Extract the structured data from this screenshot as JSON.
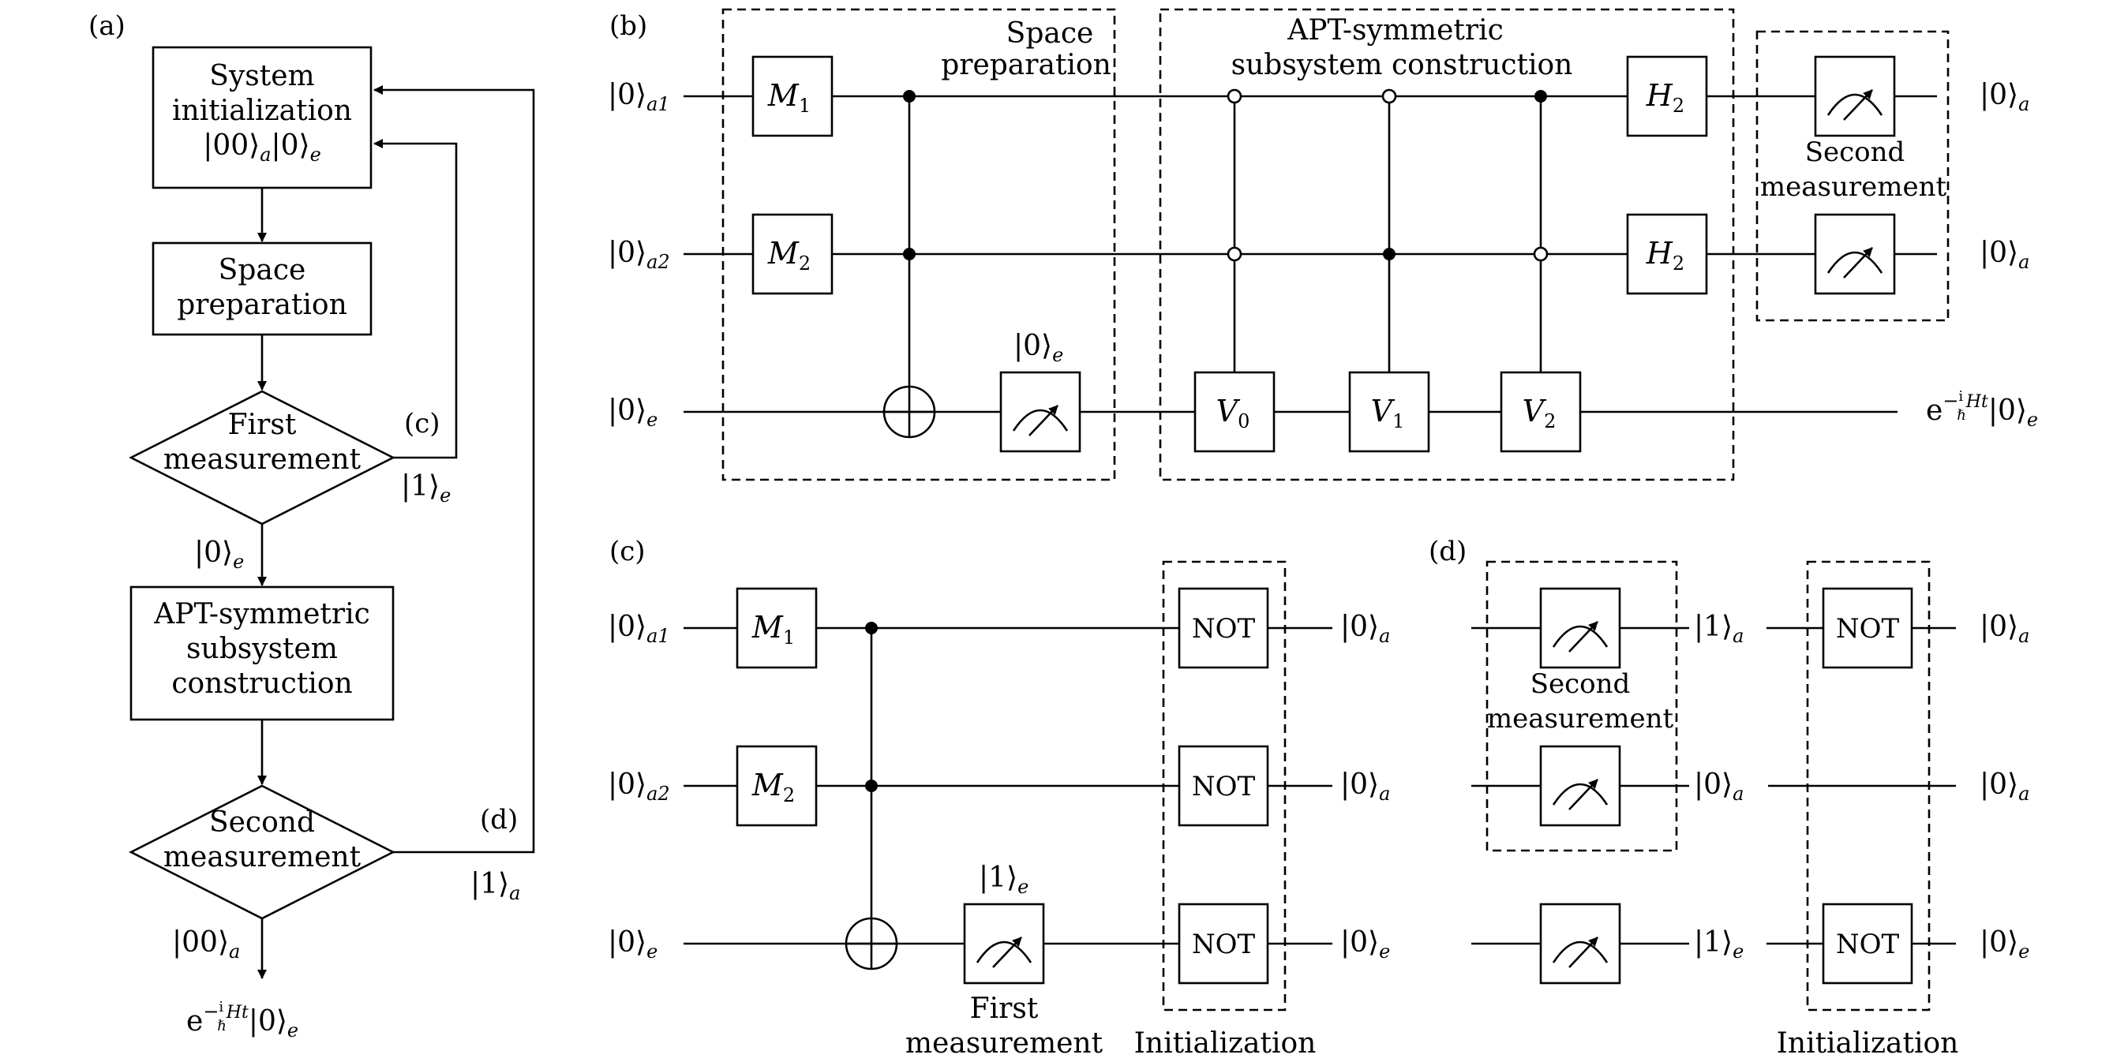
{
  "panels": {
    "a": {
      "tag": "(a)",
      "box_init": [
        "System",
        "initialization"
      ],
      "box_init_state": {
        "k1": "|00⟩",
        "s1": "a",
        "k2": "|0⟩",
        "s2": "e"
      },
      "box_space": [
        "Space",
        "preparation"
      ],
      "diamond_first": [
        "First",
        "measurement"
      ],
      "diamond_second": [
        "Second",
        "measurement"
      ],
      "box_apt": [
        "APT-symmetric",
        "subsystem",
        "construction"
      ],
      "loop_c_tag": "(c)",
      "loop_d_tag": "(d)",
      "outcome_1e": {
        "k": "|1⟩",
        "s": "e"
      },
      "outcome_0e": {
        "k": "|0⟩",
        "s": "e"
      },
      "outcome_1a": {
        "k": "|1⟩",
        "s": "a"
      },
      "outcome_00a": {
        "k": "|00⟩",
        "s": "a"
      },
      "final_state": {
        "base": "e",
        "exp_num": "i",
        "exp_den": "ℏ",
        "exp_tail": "Ht",
        "k": "|0⟩",
        "s": "e"
      }
    },
    "b": {
      "tag": "(b)",
      "region_space": [
        "Space",
        "preparation"
      ],
      "region_apt": [
        "APT-symmetric",
        "subsystem construction"
      ],
      "region_second": [
        "Second",
        "measurement"
      ],
      "input_a1": {
        "k": "|0⟩",
        "s": "a1"
      },
      "input_a2": {
        "k": "|0⟩",
        "s": "a2"
      },
      "input_e": {
        "k": "|0⟩",
        "s": "e"
      },
      "gate_m1": {
        "g": "M",
        "s": "1"
      },
      "gate_m2": {
        "g": "M",
        "s": "2"
      },
      "gate_v0": {
        "g": "V",
        "s": "0"
      },
      "gate_v1": {
        "g": "V",
        "s": "1"
      },
      "gate_v2": {
        "g": "V",
        "s": "2"
      },
      "gate_h2_top": {
        "g": "H",
        "s": "2"
      },
      "gate_h2_bottom": {
        "g": "H",
        "s": "2"
      },
      "meter_label": {
        "k": "|0⟩",
        "s": "e"
      },
      "output_a_top": {
        "k": "|0⟩",
        "s": "a"
      },
      "output_a_bottom": {
        "k": "|0⟩",
        "s": "a"
      },
      "output_e": {
        "base": "e",
        "exp_num": "i",
        "exp_den": "ℏ",
        "exp_tail": "Ht",
        "k": "|0⟩",
        "s": "e"
      }
    },
    "c": {
      "tag": "(c)",
      "input_a1": {
        "k": "|0⟩",
        "s": "a1"
      },
      "input_a2": {
        "k": "|0⟩",
        "s": "a2"
      },
      "input_e": {
        "k": "|0⟩",
        "s": "e"
      },
      "gate_m1": {
        "g": "M",
        "s": "1"
      },
      "gate_m2": {
        "g": "M",
        "s": "2"
      },
      "meter_label": {
        "k": "|1⟩",
        "s": "e"
      },
      "meter_caption": [
        "First",
        "measurement"
      ],
      "not_label": "NOT",
      "region_init": "Initialization",
      "output_a_top": {
        "k": "|0⟩",
        "s": "a"
      },
      "output_a_mid": {
        "k": "|0⟩",
        "s": "a"
      },
      "output_e": {
        "k": "|0⟩",
        "s": "e"
      }
    },
    "d": {
      "tag": "(d)",
      "region_second": [
        "Second",
        "measurement"
      ],
      "mid_a_top": {
        "k": "|1⟩",
        "s": "a"
      },
      "mid_a_mid": {
        "k": "|0⟩",
        "s": "a"
      },
      "mid_e": {
        "k": "|1⟩",
        "s": "e"
      },
      "not_label": "NOT",
      "region_init": "Initialization",
      "output_a_top": {
        "k": "|0⟩",
        "s": "a"
      },
      "output_a_mid": {
        "k": "|0⟩",
        "s": "a"
      },
      "output_e": {
        "k": "|0⟩",
        "s": "e"
      }
    }
  }
}
